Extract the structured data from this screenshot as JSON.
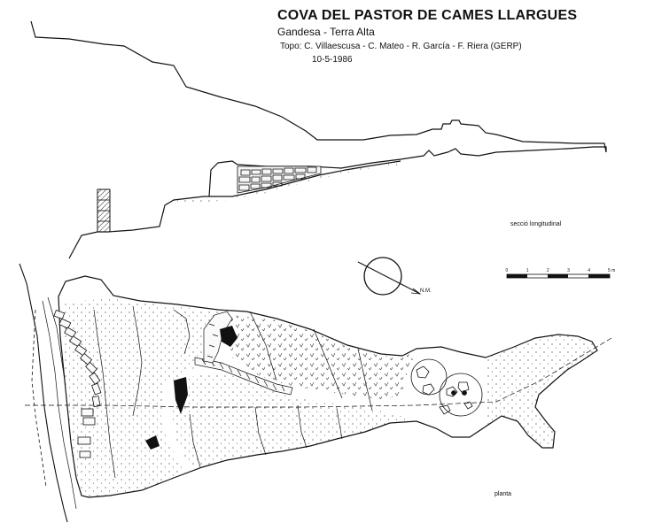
{
  "header": {
    "title": "COVA DEL PASTOR DE CAMES LLARGUES",
    "location": "Gandesa - Terra Alta",
    "credits": "Topo: C. Villaescusa - C. Mateo - R. García - F. Riera   (GERP)",
    "date": "10-5-1986"
  },
  "labels": {
    "section": "secció  longitudinal",
    "plan": "planta",
    "north": "N.M."
  },
  "scale": {
    "ticks": [
      "0",
      "1",
      "2",
      "3",
      "4",
      "5 m"
    ]
  }
}
